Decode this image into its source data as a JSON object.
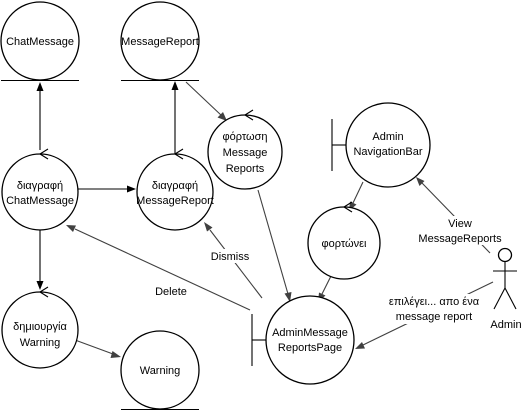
{
  "nodes": {
    "chat_message": {
      "kind": "entity",
      "lines": [
        "ChatMessage"
      ]
    },
    "message_report": {
      "kind": "entity",
      "lines": [
        "MessageReport"
      ]
    },
    "warning": {
      "kind": "entity",
      "lines": [
        "Warning"
      ]
    },
    "fortosi_message_reports": {
      "kind": "control",
      "lines": [
        "φόρτωση",
        "Message",
        "Reports"
      ]
    },
    "diagrafi_chat_message": {
      "kind": "control",
      "lines": [
        "διαγραφή",
        "ChatMessage"
      ]
    },
    "diagrafi_message_report": {
      "kind": "control",
      "lines": [
        "διαγραφή",
        "MessageReport"
      ]
    },
    "dimiourgia_warning": {
      "kind": "control",
      "lines": [
        "δημιουργία",
        "Warning"
      ]
    },
    "fortonei": {
      "kind": "control",
      "lines": [
        "φορτώνει"
      ]
    },
    "admin_navigation_bar": {
      "kind": "boundary",
      "lines": [
        "Admin",
        "NavigationBar"
      ]
    },
    "admin_message_reports_page": {
      "kind": "boundary",
      "lines": [
        "AdminMessage",
        "ReportsPage"
      ]
    },
    "admin_actor": {
      "kind": "actor",
      "lines": [
        "Admin"
      ]
    }
  },
  "edge_labels": {
    "dismiss": "Dismiss",
    "delete": "Delete",
    "view_message_reports": [
      "View",
      "MessageReports"
    ],
    "select_message_report": [
      "επιλέγει... απο ένα",
      "message report"
    ]
  }
}
